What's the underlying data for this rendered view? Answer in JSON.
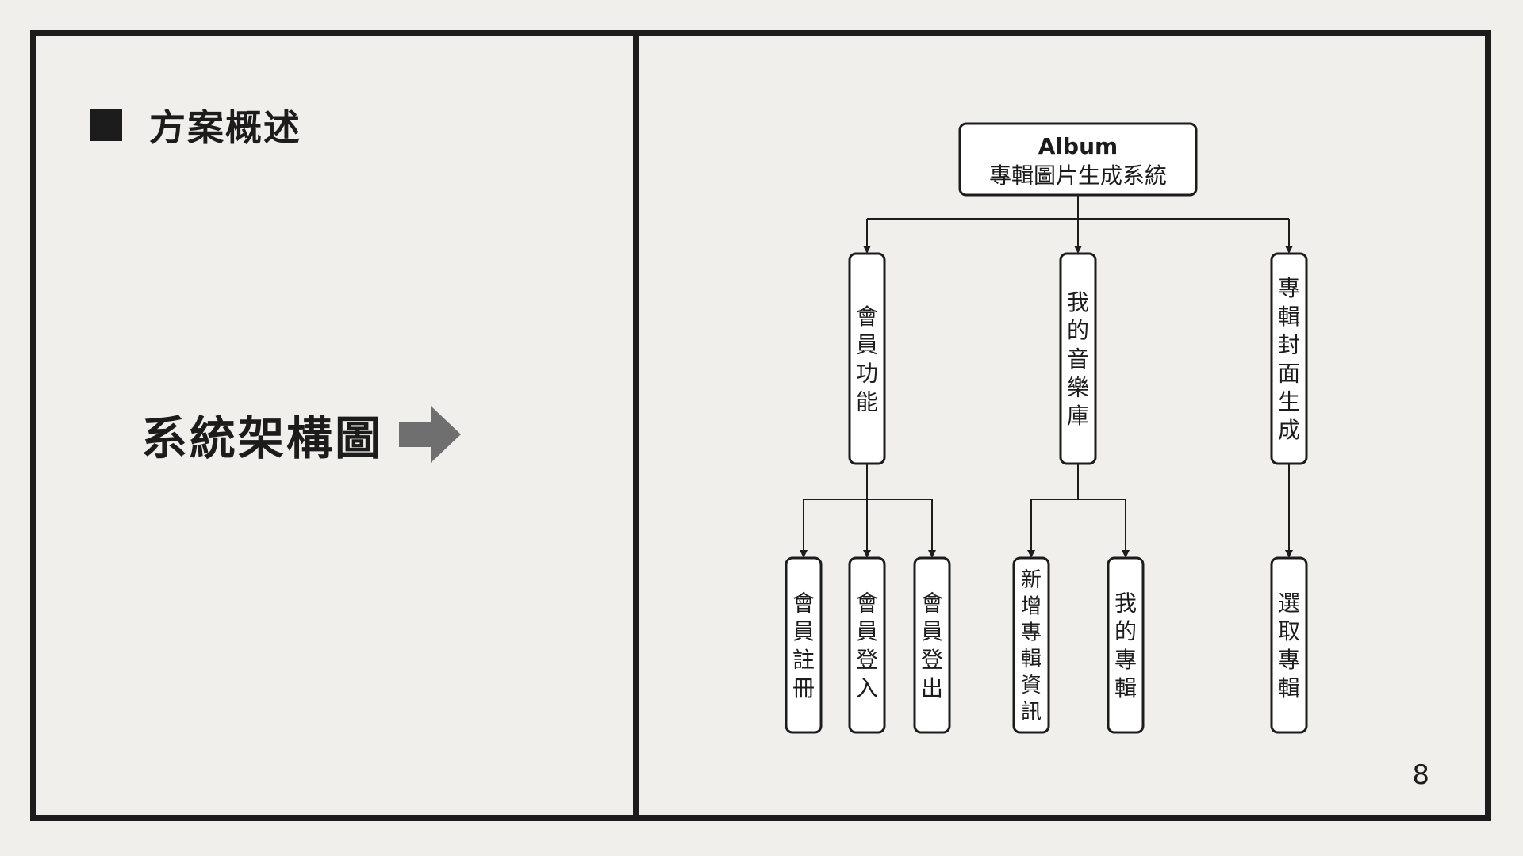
{
  "slide": {
    "section_title": "方案概述",
    "big_label": "系統架構圖",
    "page_number": "8"
  },
  "diagram": {
    "root": {
      "title": "Album",
      "subtitle": "專輯圖片生成系統"
    },
    "branches": [
      {
        "label": "會員功能",
        "children": [
          "會員註冊",
          "會員登入",
          "會員登出"
        ]
      },
      {
        "label": "我的音樂庫",
        "children": [
          "新增專輯資訊",
          "我的專輯"
        ]
      },
      {
        "label": "專輯封面生成",
        "children": [
          "選取專輯"
        ]
      }
    ]
  },
  "colors": {
    "background": "#f1efeb",
    "border": "#1c1c1c",
    "arrow": "#6f6f6f",
    "node_fill": "#ffffff"
  }
}
